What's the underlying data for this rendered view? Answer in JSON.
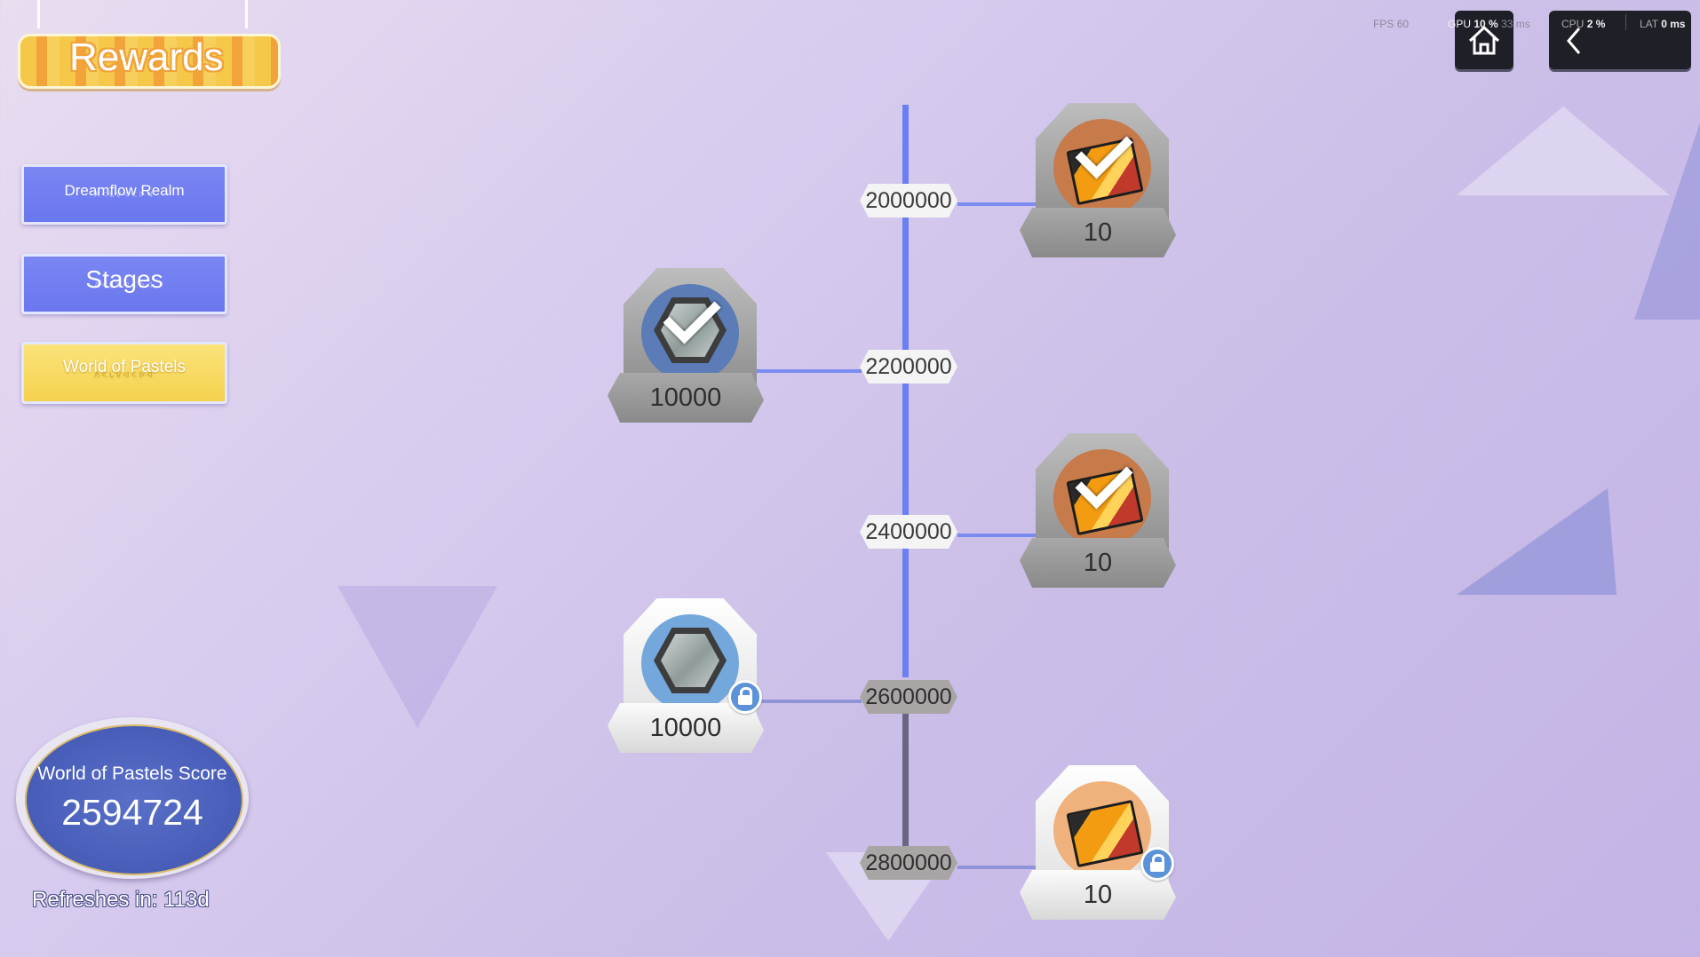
{
  "title": "Rewards",
  "nav": {
    "items": [
      {
        "label": "Dreamflow Realm",
        "state": "normal"
      },
      {
        "label": "Stages",
        "state": "normal"
      },
      {
        "label": "World of Pastels",
        "state": "selected"
      }
    ]
  },
  "hud": {
    "fps_label": "FPS",
    "fps_value": "60",
    "gpu_label": "GPU",
    "gpu_value": "10 %",
    "gpu_extra": "33 ms",
    "cpu_label": "CPU",
    "cpu_value": "2 %",
    "lat_label": "LAT",
    "lat_value": "0 ms",
    "home_icon": "home-icon",
    "back_icon": "chevron-left-icon"
  },
  "timeline": {
    "milestones": [
      {
        "score": "2000000",
        "state": "claimed",
        "side": "right",
        "reward_type": "ticket",
        "amount": "10"
      },
      {
        "score": "2200000",
        "state": "claimed",
        "side": "left",
        "reward_type": "gem",
        "amount": "10000"
      },
      {
        "score": "2400000",
        "state": "claimed",
        "side": "right",
        "reward_type": "ticket",
        "amount": "10"
      },
      {
        "score": "2600000",
        "state": "locked",
        "side": "left",
        "reward_type": "gem",
        "amount": "10000"
      },
      {
        "score": "2800000",
        "state": "locked",
        "side": "right",
        "reward_type": "ticket",
        "amount": "10"
      }
    ]
  },
  "score": {
    "label": "World of Pastels Score",
    "value": "2594724"
  },
  "refresh": {
    "text": "Refreshes in:  113d"
  },
  "colors": {
    "accent_blue": "#6a77ee",
    "selected_yellow": "#f4d24e",
    "timeline_active": "#6a7ff0",
    "timeline_locked": "#6a6680"
  }
}
